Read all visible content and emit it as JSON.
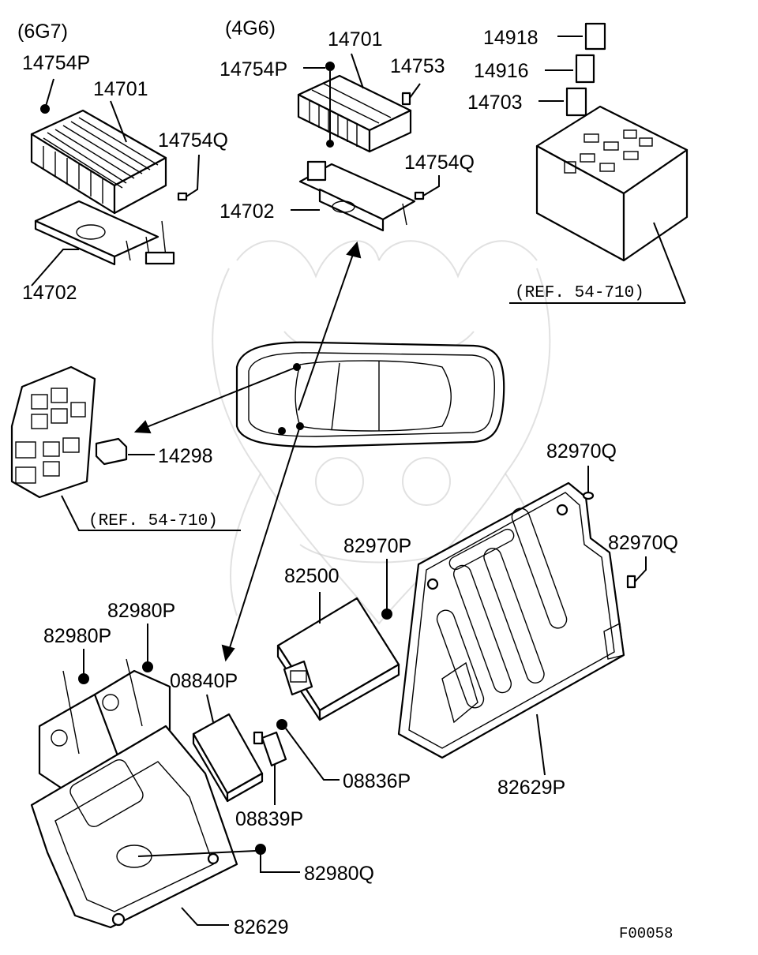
{
  "engine_variants": {
    "left": "(6G7)",
    "middle": "(4G6)"
  },
  "part_numbers": {
    "p14754P_6g7": "14754P",
    "p14701_6g7": "14701",
    "p14754Q_6g7": "14754Q",
    "p14702_6g7": "14702",
    "p14701_4g6": "14701",
    "p14754P_4g6": "14754P",
    "p14753": "14753",
    "p14754Q_4g6": "14754Q",
    "p14702_4g6": "14702",
    "p14918": "14918",
    "p14916": "14916",
    "p14703": "14703",
    "p14298": "14298",
    "p82970Q_top": "82970Q",
    "p82970Q_mid": "82970Q",
    "p82970P": "82970P",
    "p82500": "82500",
    "p82980P_upper": "82980P",
    "p82980P_lower": "82980P",
    "p08840P": "08840P",
    "p08836P": "08836P",
    "p08839P": "08839P",
    "p82980Q": "82980Q",
    "p82629": "82629",
    "p82629P": "82629P"
  },
  "references": {
    "relay_box_ref": "(REF. 54-710)",
    "junction_block_ref": "(REF. 54-710)"
  },
  "figure_code": "F00058"
}
